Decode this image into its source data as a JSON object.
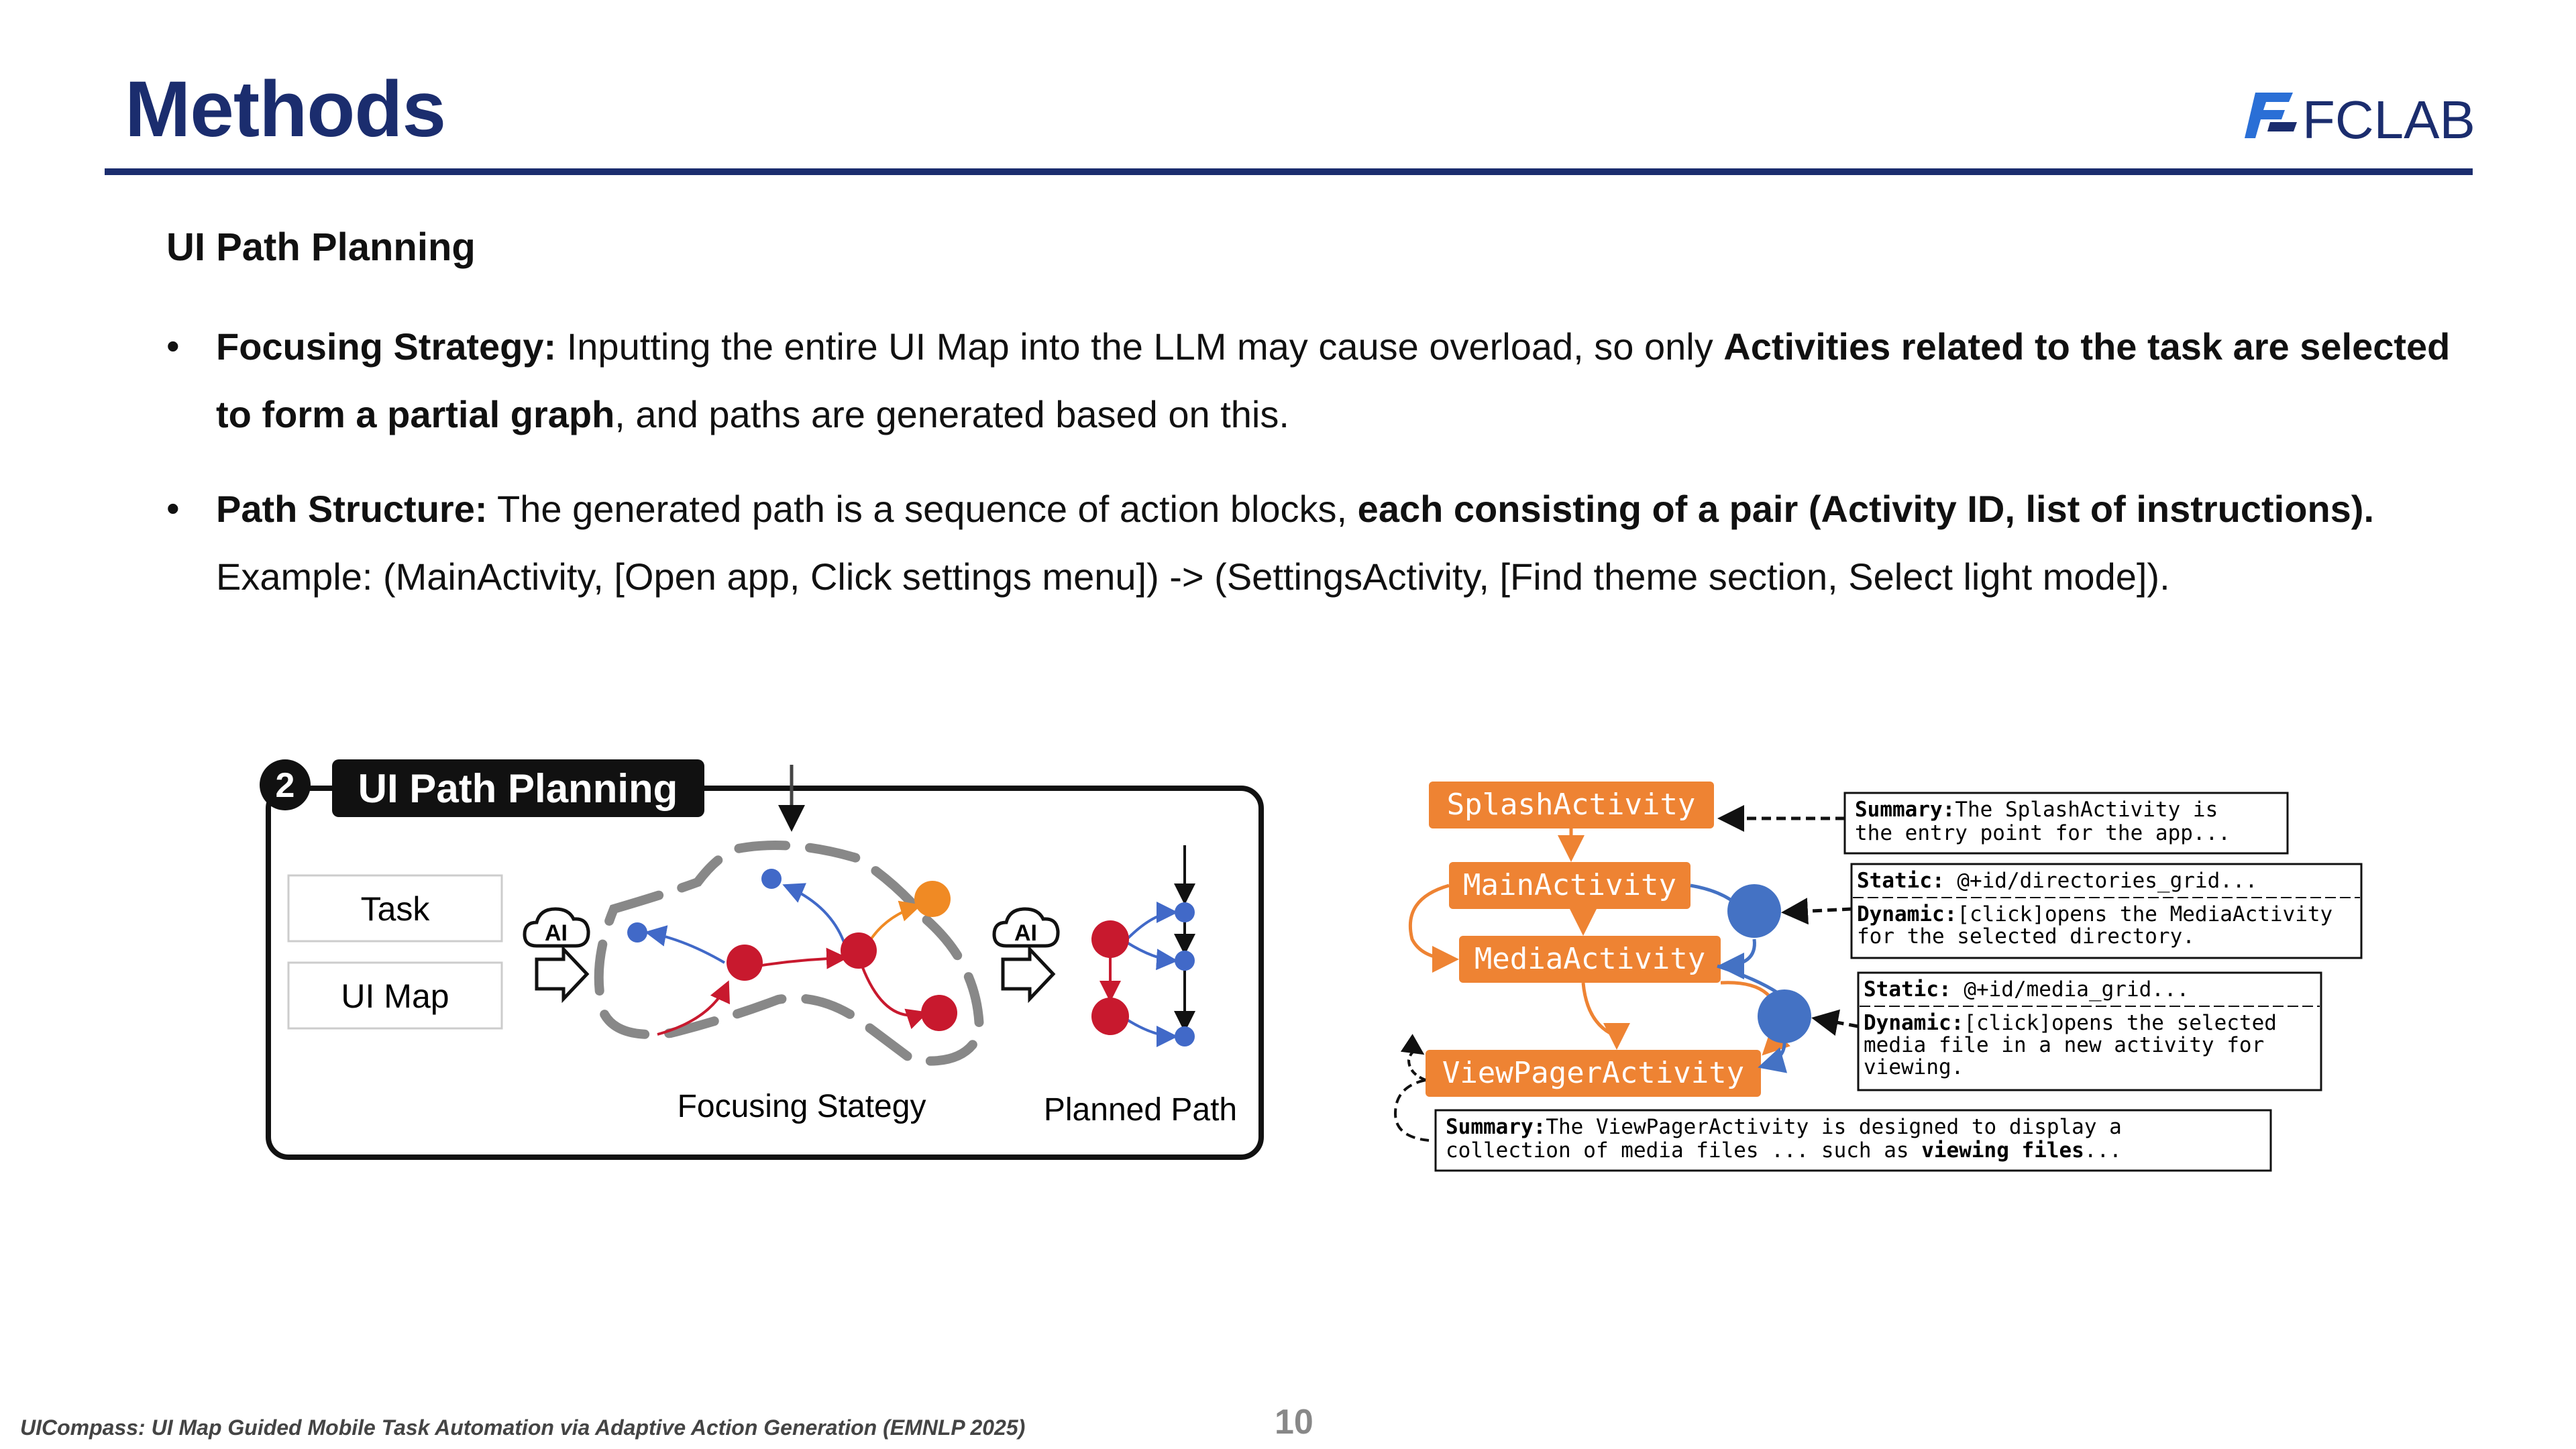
{
  "header": {
    "title": "Methods",
    "logo_text": "FCLAB",
    "accent": "#1b2d6e"
  },
  "section": {
    "subheading": "UI Path Planning",
    "bullets": [
      {
        "bold_label": "Focusing Strategy:",
        "text1": " Inputting the entire UI Map into the LLM may cause overload, so only ",
        "bold2": "Activities related to the task are selected to form a partial graph",
        "text2": ", and paths are generated based on this."
      },
      {
        "bold_label": "Path Structure:",
        "text1": " The generated path is a sequence of action blocks, ",
        "bold2": "each consisting of a pair (Activity ID, list of instructions).",
        "line2": "Example: (MainActivity, [Open app, Click settings menu]) -> (SettingsActivity, [Find theme section, Select light mode])."
      }
    ]
  },
  "figure_left": {
    "step_number": "2",
    "panel_title": "UI Path Planning",
    "inputs": [
      "Task",
      "UI Map"
    ],
    "ai_label": "AI",
    "caption_focus": "Focusing Stategy",
    "caption_path": "Planned Path",
    "colors": {
      "red": "#c8192e",
      "blue": "#4169c8",
      "orange": "#f08a24"
    }
  },
  "figure_right": {
    "activities": [
      "SplashActivity",
      "MainActivity",
      "MediaActivity",
      "ViewPagerActivity"
    ],
    "notes": [
      {
        "label": "Summary:",
        "text1": "The SplashActivity is",
        "text2": "the entry point for the app..."
      },
      {
        "static_label": "Static:",
        "static_text": " @+id/directories_grid...",
        "dyn_label": "Dynamic:",
        "dyn_text1": "[click]opens the MediaActivity",
        "dyn_text2": "for the selected directory."
      },
      {
        "static_label": "Static:",
        "static_text": " @+id/media_grid...",
        "dyn_label": "Dynamic:",
        "dyn_text1": "[click]opens the selected",
        "dyn_text2": "media file in a new activity for",
        "dyn_text3": "viewing."
      },
      {
        "label": "Summary:",
        "text1": "The ViewPagerActivity is designed to display a",
        "text2": "collection of media files ... such as ",
        "bold_tail": "viewing files",
        "tail_end": "..."
      }
    ],
    "colors": {
      "activity": "#ee8333",
      "node": "#4472c4"
    }
  },
  "footer": {
    "citation": "UICompass: UI Map Guided Mobile Task Automation via Adaptive  Action Generation (EMNLP 2025)",
    "page_number": "10"
  }
}
